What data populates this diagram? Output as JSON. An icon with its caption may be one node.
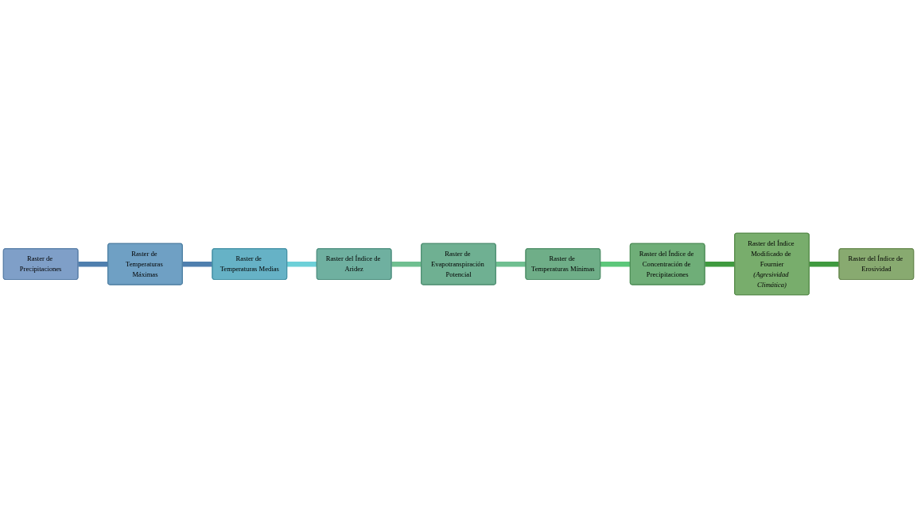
{
  "diagram": {
    "nodes": [
      {
        "text": [
          "Raster de Precipitaciones"
        ]
      },
      {
        "text": [
          "Raster de Temperaturas Mínimas"
        ]
      },
      {
        "text": [
          "Raster del Índice de Concentración de Precipitaciones"
        ]
      },
      {
        "text": [
          "Raster de Temperaturas Máximas"
        ]
      },
      {
        "text": [
          "Raster de Evapotranspiración Potencial"
        ]
      },
      {
        "text": [
          "Raster del Índice Modificado de Fournier",
          "(Agresividad Climática)"
        ]
      },
      {
        "text": [
          "Raster de Temperaturas Medias"
        ]
      },
      {
        "text": [
          "Raster del Índice de Aridez"
        ]
      },
      {
        "text": [
          "Raster del Índice de Erosividad"
        ]
      }
    ],
    "edges": [
      {
        "from": 0,
        "to": 3,
        "arrow": "none",
        "color": "#4f7fae"
      },
      {
        "from": 3,
        "to": 6,
        "arrow": "none",
        "color": "#4f7fae"
      },
      {
        "from": 6,
        "to": 7,
        "arrow": "none",
        "color": "#6dd0d8"
      },
      {
        "from": 7,
        "to": 4,
        "arrow": "none",
        "color": "#6fbf90"
      },
      {
        "from": 4,
        "to": 1,
        "arrow": "none",
        "color": "#6fbf90"
      },
      {
        "from": 1,
        "to": 2,
        "arrow": "none",
        "color": "#5cc77a"
      },
      {
        "from": 2,
        "to": 5,
        "arrow": "none",
        "color": "#3f9a3f"
      },
      {
        "from": 5,
        "to": 8,
        "arrow": "none",
        "color": "#3f9a3f"
      }
    ]
  }
}
